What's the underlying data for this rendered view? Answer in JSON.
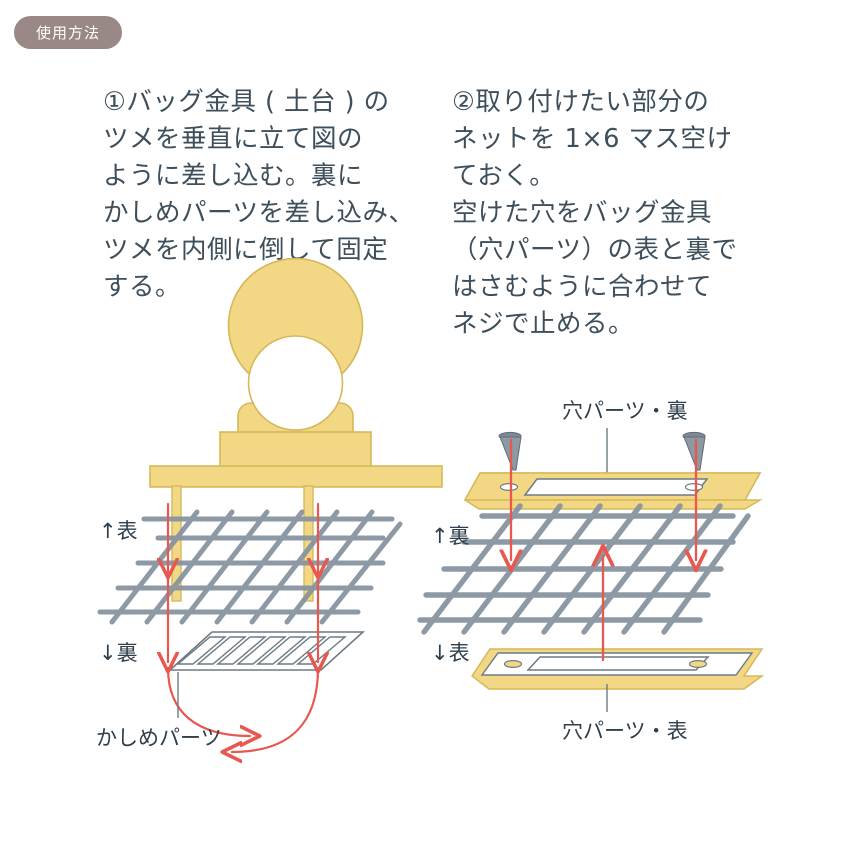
{
  "header": {
    "badge_label": "使用方法",
    "badge_color": "#9a8886",
    "badge_text_color": "#ffffff"
  },
  "colors": {
    "text": "#3e4f5c",
    "gold": "#f2d785",
    "gold_dark": "#d9b94f",
    "gold_edge": "#c9a83c",
    "mesh": "#8794a0",
    "arrow_red": "#e8584f",
    "plate_outline": "#6d7b84",
    "screw": "#7d8a95",
    "background": "#ffffff"
  },
  "instructions": {
    "step1": "①バッグ金具 ( 土台 ) の\nツメを垂直に立て図の\nように差し込む。裏に\nかしめパーツを差し込み、\nツメを内側に倒して固定\nする。",
    "step2": "②取り付けたい部分の\nネットを 1×6 マス空け\nておく。\n空けた穴をバッグ金具\n（穴パーツ）の表と裏で\nはさむように合わせて\nネジで止める。"
  },
  "diagram_left": {
    "face_up_label": "↑表",
    "face_down_label": "↓裏",
    "part_label": "かしめパーツ",
    "mesh_rows": 5,
    "mesh_cols": 7,
    "caulk_slots": 7,
    "prongs": 2
  },
  "diagram_right": {
    "top_part_label": "穴パーツ・裏",
    "bottom_part_label": "穴パーツ・表",
    "face_up_label": "↑裏",
    "face_down_label": "↓表",
    "screws": 2,
    "mesh_rows": 5,
    "mesh_cols": 7,
    "down_arrows": 2,
    "up_arrows": 1
  }
}
